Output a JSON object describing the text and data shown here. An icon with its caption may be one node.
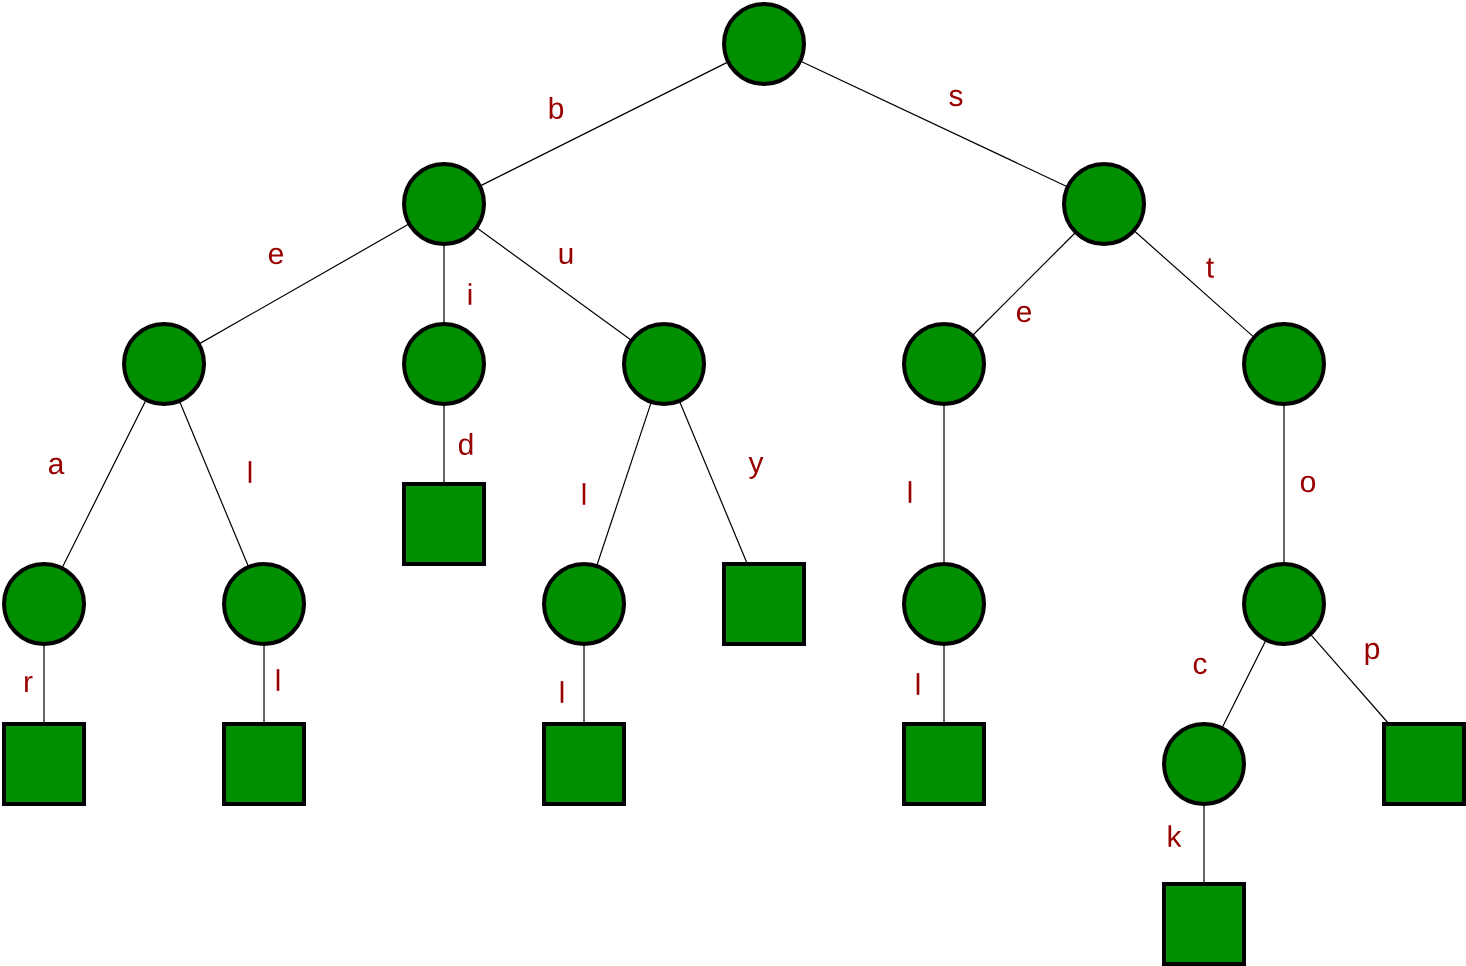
{
  "diagram": {
    "nodes": [
      {
        "text": [],
        "shape": "circle"
      },
      {
        "text": [],
        "shape": "circle"
      },
      {
        "text": [],
        "shape": "circle"
      },
      {
        "text": [],
        "shape": "circle"
      },
      {
        "text": [],
        "shape": "circle"
      },
      {
        "text": [],
        "shape": "circle"
      },
      {
        "text": [],
        "shape": "circle"
      },
      {
        "text": [],
        "shape": "circle"
      },
      {
        "text": [],
        "shape": "circle"
      },
      {
        "text": [],
        "shape": "circle"
      },
      {
        "text": [],
        "shape": "box"
      },
      {
        "text": [],
        "shape": "circle"
      },
      {
        "text": [],
        "shape": "box"
      },
      {
        "text": [],
        "shape": "circle"
      },
      {
        "text": [],
        "shape": "circle"
      },
      {
        "text": [],
        "shape": "box"
      },
      {
        "text": [],
        "shape": "box"
      },
      {
        "text": [],
        "shape": "box"
      },
      {
        "text": [],
        "shape": "box"
      },
      {
        "text": [],
        "shape": "circle"
      },
      {
        "text": [],
        "shape": "box"
      },
      {
        "text": [],
        "shape": "box"
      }
    ],
    "edges": [
      {
        "from": 0,
        "to": 1,
        "arrow": "none",
        "label": "b"
      },
      {
        "from": 0,
        "to": 2,
        "arrow": "none",
        "label": "s"
      },
      {
        "from": 1,
        "to": 3,
        "arrow": "none",
        "label": "e"
      },
      {
        "from": 1,
        "to": 4,
        "arrow": "none",
        "label": "i"
      },
      {
        "from": 1,
        "to": 5,
        "arrow": "none",
        "label": "u"
      },
      {
        "from": 2,
        "to": 6,
        "arrow": "none",
        "label": "e"
      },
      {
        "from": 2,
        "to": 7,
        "arrow": "none",
        "label": "t"
      },
      {
        "from": 3,
        "to": 8,
        "arrow": "none",
        "label": "a"
      },
      {
        "from": 3,
        "to": 9,
        "arrow": "none",
        "label": "l"
      },
      {
        "from": 4,
        "to": 10,
        "arrow": "none",
        "label": "d"
      },
      {
        "from": 5,
        "to": 11,
        "arrow": "none",
        "label": "l"
      },
      {
        "from": 5,
        "to": 12,
        "arrow": "none",
        "label": "y"
      },
      {
        "from": 6,
        "to": 13,
        "arrow": "none",
        "label": "l"
      },
      {
        "from": 7,
        "to": 14,
        "arrow": "none",
        "label": "o"
      },
      {
        "from": 8,
        "to": 15,
        "arrow": "none",
        "label": "r"
      },
      {
        "from": 9,
        "to": 16,
        "arrow": "none",
        "label": "l"
      },
      {
        "from": 11,
        "to": 17,
        "arrow": "none",
        "label": "l"
      },
      {
        "from": 13,
        "to": 18,
        "arrow": "none",
        "label": "l"
      },
      {
        "from": 14,
        "to": 19,
        "arrow": "none",
        "label": "c"
      },
      {
        "from": 14,
        "to": 20,
        "arrow": "none",
        "label": "p"
      },
      {
        "from": 19,
        "to": 21,
        "arrow": "none",
        "label": "k"
      }
    ]
  }
}
